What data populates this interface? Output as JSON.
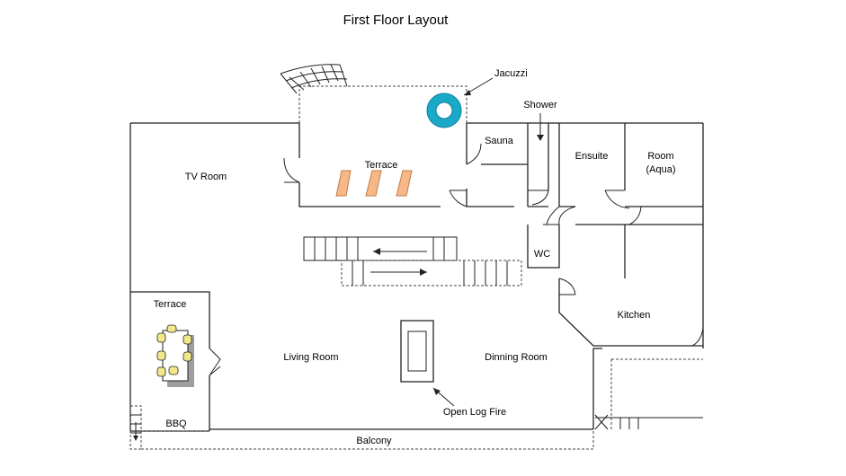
{
  "title": "First Floor Layout",
  "labels": {
    "jacuzzi": "Jacuzzi",
    "shower": "Shower",
    "sauna": "Sauna",
    "ensuite": "Ensuite",
    "room": "Room",
    "room_sub": "(Aqua)",
    "tv_room": "TV Room",
    "terrace_top": "Terrace",
    "wc": "WC",
    "kitchen": "Kitchen",
    "terrace_left": "Terrace",
    "living_room": "Living Room",
    "dinning_room": "Dinning Room",
    "open_log_fire": "Open Log Fire",
    "bbq": "BBQ",
    "balcony": "Balcony"
  },
  "colors": {
    "jacuzzi": "#1aa9c9",
    "lounger_fill": "#f7b889",
    "lounger_stroke": "#c47a43",
    "chair_fill": "#f2e88a",
    "chair_shadow": "#9e9e9e"
  }
}
